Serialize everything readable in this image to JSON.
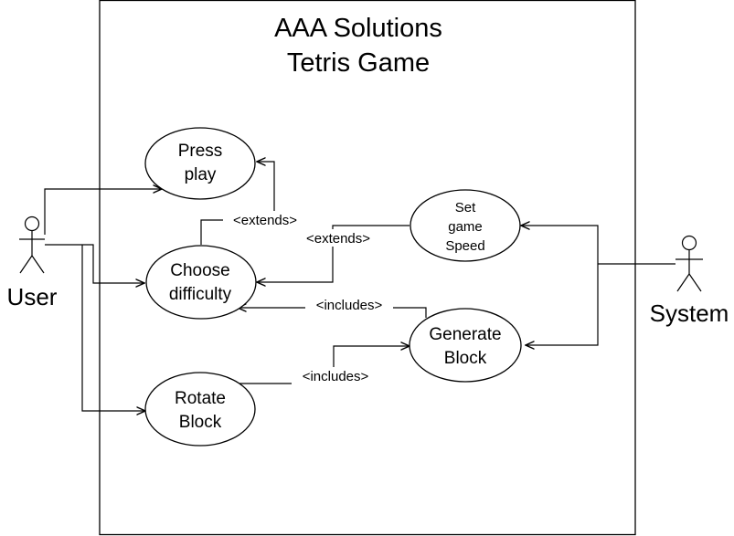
{
  "system": {
    "title_line1": "AAA Solutions",
    "title_line2": "Tetris Game"
  },
  "actors": {
    "user": {
      "label": "User"
    },
    "system": {
      "label": "System"
    }
  },
  "use_cases": {
    "press_play": {
      "line1": "Press",
      "line2": "play"
    },
    "choose_difficulty": {
      "line1": "Choose",
      "line2": "difficulty"
    },
    "set_game_speed": {
      "line1": "Set",
      "line2": "game",
      "line3": "Speed"
    },
    "generate_block": {
      "line1": "Generate",
      "line2": "Block"
    },
    "rotate_block": {
      "line1": "Rotate",
      "line2": "Block"
    }
  },
  "relationships": {
    "extends_choose_to_press": "<extends>",
    "extends_speed_to_choose": "<extends>",
    "includes_generate_to_choose": "<includes>",
    "includes_rotate_to_generate": "<includes>"
  }
}
